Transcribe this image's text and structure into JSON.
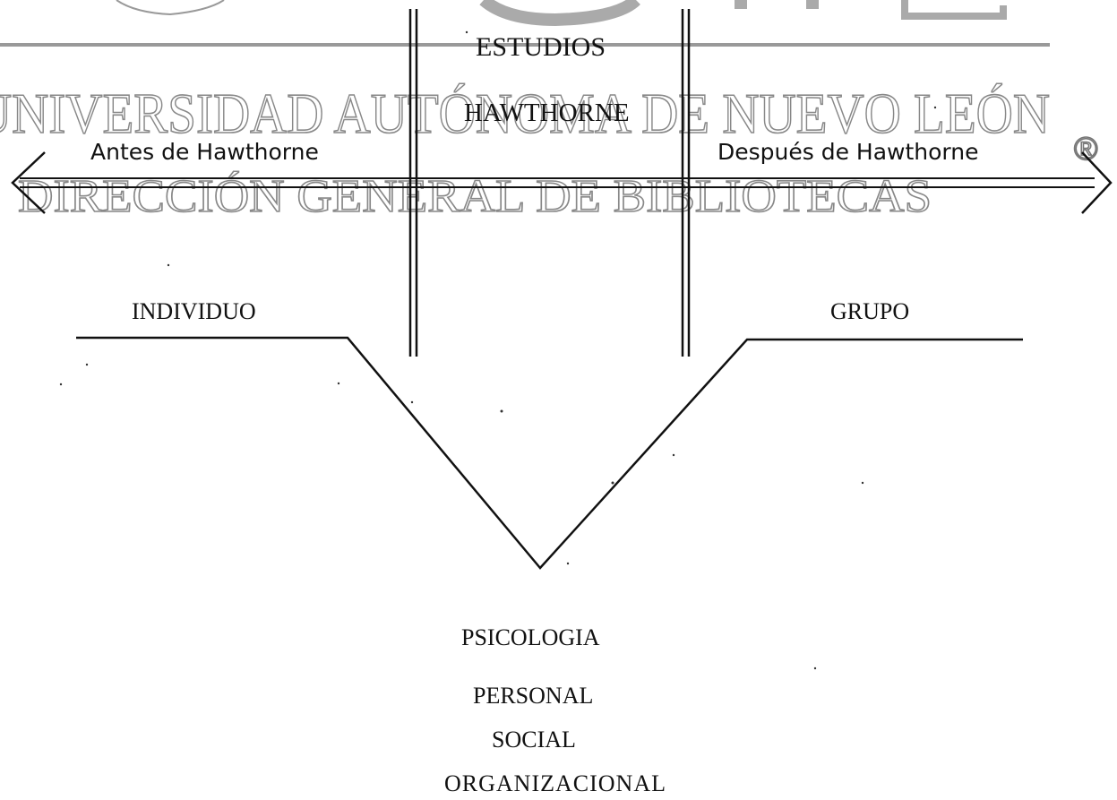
{
  "watermark": {
    "line1": "UNIVERSIDAD AUTÓNOMA DE NUEVO LEÓN",
    "line2": "DIRECCIÓN GENERAL DE BIBLIOTECAS",
    "registered_mark": "®",
    "color": "#888888"
  },
  "diagram": {
    "center_label_line1": "ESTUDIOS",
    "center_label_line2": "HAWTHORNE",
    "left_arrow_label": "Antes de Hawthorne",
    "right_arrow_label": "Después de Hawthorne",
    "left_branch_label": "INDIVIDUO",
    "right_branch_label": "GRUPO",
    "outcomes": [
      "PSICOLOGIA",
      "PERSONAL",
      "SOCIAL",
      "ORGANIZACIONAL"
    ]
  }
}
